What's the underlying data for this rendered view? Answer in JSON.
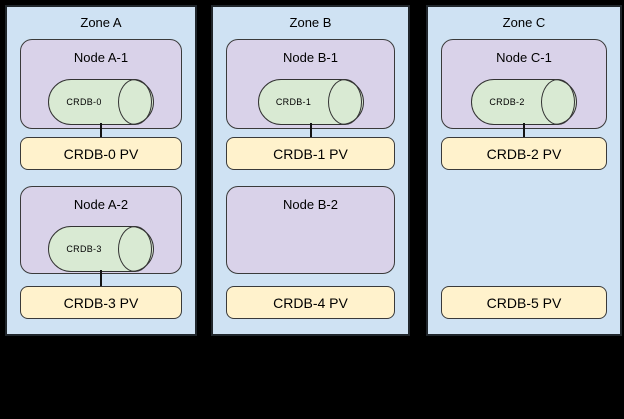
{
  "diagram": {
    "description": "Three availability zones with Kubernetes nodes, CockroachDB pods and persistent volumes",
    "colors": {
      "background": "#000000",
      "zone_fill": "#cfe2f3",
      "node_fill": "#d9d2e9",
      "pod_fill": "#d9ead3",
      "pv_fill": "#fff2cc",
      "outline": "#333333"
    },
    "zones": [
      {
        "title": "Zone A",
        "rows": [
          {
            "node": {
              "title": "Node A-1",
              "pod": "CRDB-0"
            },
            "pv": "CRDB-0 PV"
          },
          {
            "node": {
              "title": "Node A-2",
              "pod": "CRDB-3"
            },
            "pv": "CRDB-3 PV"
          }
        ]
      },
      {
        "title": "Zone B",
        "rows": [
          {
            "node": {
              "title": "Node B-1",
              "pod": "CRDB-1"
            },
            "pv": "CRDB-1 PV"
          },
          {
            "node": {
              "title": "Node B-2",
              "pod": null
            },
            "pv": "CRDB-4 PV"
          }
        ]
      },
      {
        "title": "Zone C",
        "rows": [
          {
            "node": {
              "title": "Node C-1",
              "pod": "CRDB-2"
            },
            "pv": "CRDB-2 PV"
          },
          {
            "node": null,
            "pv": "CRDB-5 PV"
          }
        ]
      }
    ]
  }
}
